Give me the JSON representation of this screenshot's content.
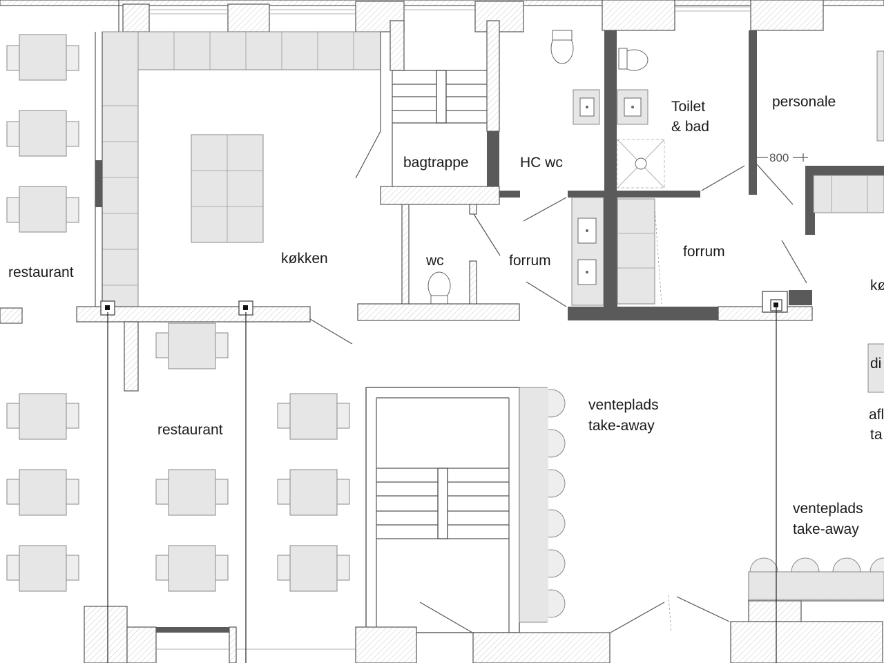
{
  "rooms": {
    "restaurant_left": "restaurant",
    "restaurant_center": "restaurant",
    "kitchen": "køkken",
    "back_stairs": "bagtrappe",
    "hc_wc": "HC wc",
    "wc": "wc",
    "forrum_1": "forrum",
    "forrum_2": "forrum",
    "toilet_bath_1": "Toilet",
    "toilet_bath_2": "& bad",
    "staff": "personale",
    "waiting_1_line1": "venteplads",
    "waiting_1_line2": "take-away",
    "waiting_2_line1": "venteplads",
    "waiting_2_line2": "take-away",
    "edge_1": "kø",
    "edge_2": "di",
    "edge_3": "afl",
    "edge_4": "ta"
  },
  "dimension": "800",
  "colors": {
    "wall_line": "#555555",
    "dark_wall": "#5a5a5a",
    "furniture": "#e6e6e6"
  }
}
